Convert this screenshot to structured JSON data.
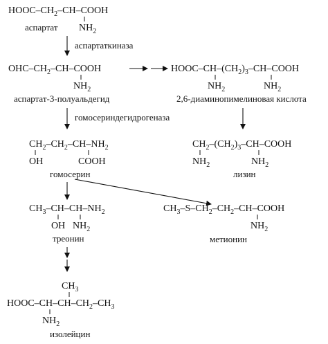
{
  "compounds": {
    "aspartate": {
      "main": [
        "HOOC–CH",
        "2",
        "–CH–COOH"
      ],
      "sub_group": [
        "NH",
        "2"
      ],
      "name": "аспартат"
    },
    "aspartate_semialdehyde": {
      "main": [
        "OHC–CH",
        "2",
        "–CH–COOH"
      ],
      "sub_group": [
        "NH",
        "2"
      ],
      "name": "аспартат-3-полуальдегид"
    },
    "diaminopimelate": {
      "main": [
        "HOOC–CH–(CH",
        "2",
        ")",
        "3",
        "–CH–COOH"
      ],
      "sub_group_1": [
        "NH",
        "2"
      ],
      "sub_group_2": [
        "NH",
        "2"
      ],
      "name": "2,6-диаминопимелиновая кислота"
    },
    "lysine": {
      "main": [
        "CH",
        "2",
        "–(CH",
        "2",
        ")",
        "3",
        "–CH–COOH"
      ],
      "sub_group_1": [
        "NH",
        "2"
      ],
      "sub_group_2": [
        "NH",
        "2"
      ],
      "name": "лизин"
    },
    "homoserine": {
      "main": [
        "CH",
        "2",
        "–CH",
        "2",
        "–CH–NH",
        "2"
      ],
      "sub_group_1": "OH",
      "sub_group_2": "COOH",
      "name": "гомосерин"
    },
    "threonine": {
      "main": [
        "CH",
        "3",
        "–CH–CH–NH",
        "2"
      ],
      "sub_group_1": "OH",
      "sub_group_2": [
        "NH",
        "2"
      ],
      "name": "треонин"
    },
    "methionine": {
      "main": [
        "CH",
        "3",
        "–S–CH",
        "2",
        "–CH",
        "2",
        "–CH–COOH"
      ],
      "sub_group": [
        "NH",
        "2"
      ],
      "name": "метионин"
    },
    "isoleucine": {
      "top_group": [
        "CH",
        "3"
      ],
      "main": [
        "HOOC–CH–CH–CH",
        "2",
        "–CH",
        "3"
      ],
      "sub_group": [
        "NH",
        "2"
      ],
      "name": "изолейцин"
    }
  },
  "enzymes": {
    "aspartate_kinase": "аспартаткиназа",
    "homoserine_dehydrogenase": "гомосериндегидрогеназа"
  }
}
